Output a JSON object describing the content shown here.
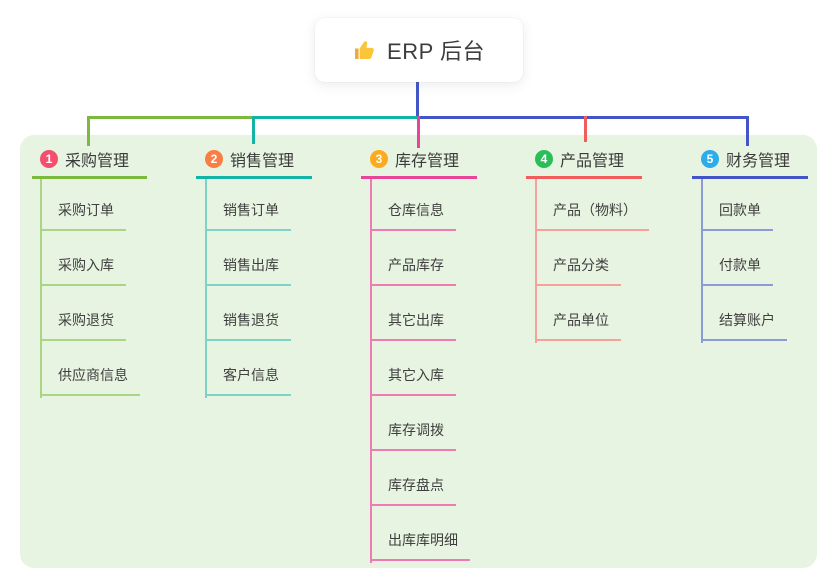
{
  "root": {
    "label": "ERP 后台",
    "icon": "thumbs-up-icon"
  },
  "palette": {
    "panel_bg": "#e7f4e2",
    "root_line": "#4456c7"
  },
  "branches": [
    {
      "badge": "1",
      "label": "采购管理",
      "line_color": "#7cb93e",
      "child_line_color": "#a9d585",
      "badge_color": "#f4506e",
      "children": [
        "采购订单",
        "采购入库",
        "采购退货",
        "供应商信息"
      ]
    },
    {
      "badge": "2",
      "label": "销售管理",
      "line_color": "#12b5a5",
      "child_line_color": "#7fd2c8",
      "badge_color": "#fa7d44",
      "children": [
        "销售订单",
        "销售出库",
        "销售退货",
        "客户信息"
      ]
    },
    {
      "badge": "3",
      "label": "库存管理",
      "line_color": "#e8449a",
      "child_line_color": "#f07ab5",
      "badge_color": "#fbab1c",
      "children": [
        "仓库信息",
        "产品库存",
        "其它出库",
        "其它入库",
        "库存调拨",
        "库存盘点",
        "出库库明细"
      ]
    },
    {
      "badge": "4",
      "label": "产品管理",
      "line_color": "#f15c5c",
      "child_line_color": "#f7a19b",
      "badge_color": "#2cbd5b",
      "children": [
        "产品（物料）",
        "产品分类",
        "产品单位"
      ]
    },
    {
      "badge": "5",
      "label": "财务管理",
      "line_color": "#4456c7",
      "child_line_color": "#8b9bd8",
      "badge_color": "#2bade9",
      "children": [
        "回款单",
        "付款单",
        "结算账户"
      ]
    }
  ]
}
